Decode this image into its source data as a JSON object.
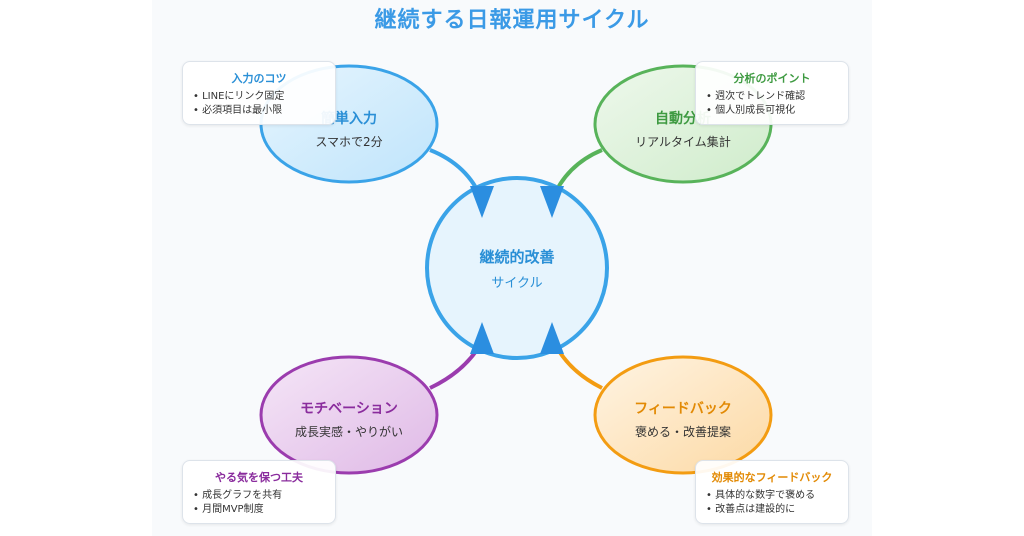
{
  "title": "継続する日報運用サイクル",
  "center": {
    "title": "継続的改善",
    "subtitle": "サイクル"
  },
  "nodes": {
    "input": {
      "title": "簡単入力",
      "subtitle": "スマホで2分",
      "color": "#3aa3e8"
    },
    "analysis": {
      "title": "自動分析",
      "subtitle": "リアルタイム集計",
      "color": "#58b35a"
    },
    "motivation": {
      "title": "モチベーション",
      "subtitle": "成長実感・やりがい",
      "color": "#9b3cae"
    },
    "feedback": {
      "title": "フィードバック",
      "subtitle": "褒める・改善提案",
      "color": "#f39c12"
    }
  },
  "cards": {
    "input": {
      "title": "入力のコツ",
      "items": [
        "LINEにリンク固定",
        "必須項目は最小限"
      ]
    },
    "analysis": {
      "title": "分析のポイント",
      "items": [
        "週次でトレンド確認",
        "個人別成長可視化"
      ]
    },
    "motivation": {
      "title": "やる気を保つ工夫",
      "items": [
        "成長グラフを共有",
        "月間MVP制度"
      ]
    },
    "feedback": {
      "title": "効果的なフィードバック",
      "items": [
        "具体的な数字で褒める",
        "改善点は建設的に"
      ]
    }
  }
}
